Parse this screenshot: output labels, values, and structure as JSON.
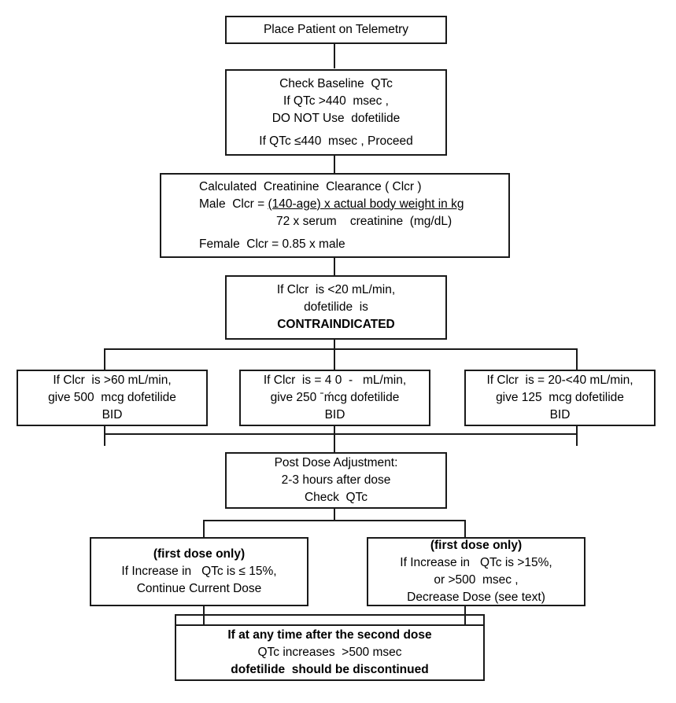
{
  "diagram": {
    "title": "Dofetilide Initiation and Dosing Protocol Flowchart",
    "type": "flowchart",
    "line_color": "#1a1a1a",
    "background": "#ffffff"
  },
  "nodes": {
    "telemetry": {
      "id": "telemetry",
      "lines": [
        {
          "text": "Place Patient on Telemetry",
          "bold": false
        }
      ]
    },
    "baseline_qtc": {
      "id": "baseline_qtc",
      "lines": [
        {
          "text": "Check Baseline  QTc",
          "bold": false
        },
        {
          "text": "If QTc >440  msec ,",
          "bold": false
        },
        {
          "text": "DO NOT Use  dofetilide",
          "bold": false
        },
        {
          "text": "If QTc ≤440  msec , Proceed",
          "bold": false,
          "spaced": true
        }
      ]
    },
    "creatinine_clearance": {
      "id": "creatinine_clearance",
      "lines": [
        {
          "text": "Calculated  Creatinine  Clearance ( Clcr )",
          "bold": false
        },
        {
          "text": "Male  Clcr =  (140-age) x actual body weight in kg",
          "bold": false
        },
        {
          "text": "72 x serum    creatinine  (mg/dL)",
          "bold": false
        },
        {
          "text": "Female  Clcr = 0.85 x male",
          "bold": false
        }
      ],
      "formula": {
        "label_male": "Male  Clcr = ",
        "numerator": "(140-age) x actual body weight in kg",
        "denominator": "72 x serum    creatinine  (mg/dL)",
        "label_female": "Female  Clcr = 0.85 x male",
        "header": "Calculated  Creatinine  Clearance ( Clcr )"
      }
    },
    "contraindicated": {
      "id": "contraindicated",
      "lines": [
        {
          "text": "If Clcr  is <20 mL/min,",
          "bold": false
        },
        {
          "text": "dofetilide  is",
          "bold": false
        },
        {
          "text": "CONTRAINDICATED",
          "bold": true
        }
      ]
    },
    "dose_500": {
      "id": "dose_500",
      "lines": [
        {
          "text": "If Clcr  is >60 mL/min,",
          "bold": false
        },
        {
          "text": "give 500  mcg dofetilide",
          "bold": false
        },
        {
          "text": "BID",
          "bold": false
        }
      ]
    },
    "dose_250": {
      "id": "dose_250",
      "lines": [
        {
          "text": "If Clcr  is = 4 0  -   mL/min,",
          "bold": false
        },
        {
          "text": "give 250 ˉḿcg dofetilide",
          "bold": false
        },
        {
          "text": "BID",
          "bold": false
        }
      ]
    },
    "dose_125": {
      "id": "dose_125",
      "lines": [
        {
          "text": "If Clcr  is = 20-<40 mL/min,",
          "bold": false
        },
        {
          "text": "give 125  mcg dofetilide",
          "bold": false
        },
        {
          "text": "BID",
          "bold": false
        }
      ]
    },
    "post_dose": {
      "id": "post_dose",
      "lines": [
        {
          "text": "Post Dose Adjustment:",
          "bold": false
        },
        {
          "text": "2-3 hours after dose",
          "bold": false
        },
        {
          "text": "Check  QTc",
          "bold": false
        }
      ]
    },
    "continue_dose": {
      "id": "continue_dose",
      "lines": [
        {
          "text": "(first dose only)",
          "bold": true
        },
        {
          "text": "If Increase in   QTc is ≤ 15%,",
          "bold": false
        },
        {
          "text": "Continue Current Dose",
          "bold": false
        }
      ]
    },
    "decrease_dose": {
      "id": "decrease_dose",
      "lines": [
        {
          "text": "(first dose only)",
          "bold": true
        },
        {
          "text": "If Increase in   QTc is >15%,",
          "bold": false
        },
        {
          "text": "or >500  msec ,",
          "bold": false
        },
        {
          "text": "Decrease Dose (see text)",
          "bold": false
        }
      ]
    },
    "discontinue": {
      "id": "discontinue",
      "lines": [
        {
          "text": "If at any time after the second dose",
          "bold": true
        },
        {
          "text": "QTc increases  >500 msec",
          "bold": false
        },
        {
          "text": "dofetilide  should be discontinued",
          "bold": true
        }
      ]
    }
  }
}
